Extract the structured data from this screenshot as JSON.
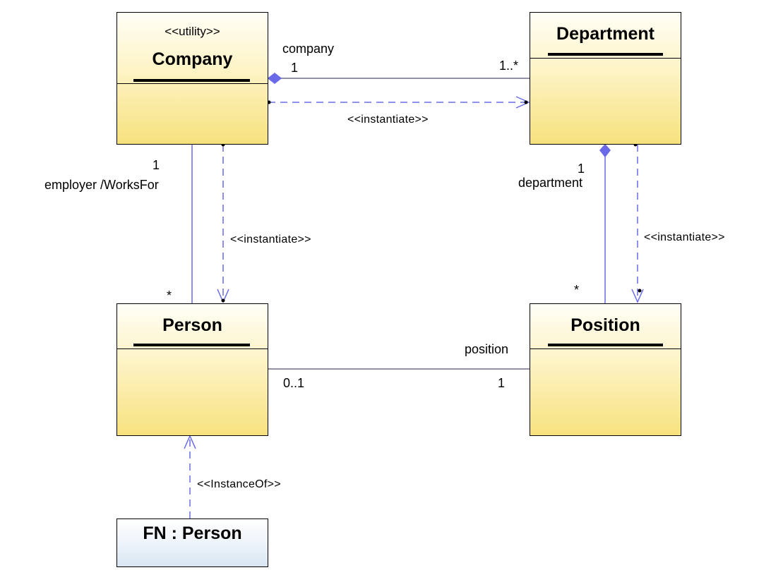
{
  "classes": {
    "company": {
      "stereotype": "<<utility>>",
      "name": "Company"
    },
    "department": {
      "name": "Department"
    },
    "person": {
      "name": "Person"
    },
    "position": {
      "name": "Position"
    }
  },
  "objects": {
    "fn_person": {
      "name": "FN : Person"
    }
  },
  "associations": {
    "company_department": {
      "company_role": "company",
      "company_multiplicity": "1",
      "department_multiplicity": "1..*"
    },
    "company_person": {
      "company_multiplicity": "1",
      "company_role": "employer /WorksFor",
      "person_multiplicity": "*"
    },
    "department_position": {
      "department_multiplicity": "1",
      "department_role": "department",
      "position_multiplicity": "*"
    },
    "person_position": {
      "person_multiplicity": "0..1",
      "position_role": "position",
      "position_multiplicity": "1"
    }
  },
  "dependencies": {
    "company_department": "<<instantiate>>",
    "company_person": "<<instantiate>>",
    "department_position": "<<instantiate>>",
    "fn_person": "<<InstanceOf>>"
  },
  "colors": {
    "connector": "#6a6ae8",
    "class_fill_top": "#fffef6",
    "class_fill_bottom": "#f7e27e",
    "object_fill_bottom": "#d8e6f2"
  }
}
